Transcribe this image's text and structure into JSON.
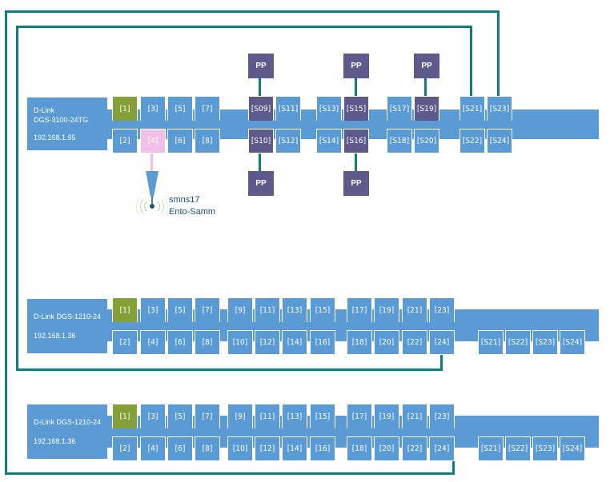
{
  "colors": {
    "switch": "#5b9bd5",
    "uplink_port": "#84a036",
    "wifi_port": "#f2bfe8",
    "patch_panel": "#5f5a8c",
    "cable": "#0f7d7a"
  },
  "switches": [
    {
      "name_line1": "D-Link",
      "name_line2": "DGS-3100-24TG",
      "ip": "192.168.1.95",
      "top_ports": [
        "[1]",
        "[3]",
        "[5]",
        "[7]",
        "[S09]",
        "[S11]",
        "[S13]",
        "[S15]",
        "[S17]",
        "[S19]",
        "[S21]",
        "[S23]"
      ],
      "bottom_ports": [
        "[2]",
        "[4]",
        "[6]",
        "[8]",
        "[S10]",
        "[S12]",
        "[S14]",
        "[S16]",
        "[S18]",
        "[S20]",
        "[S22]",
        "[S24]"
      ],
      "patch_panel_label": "PP"
    },
    {
      "name_line1": "D-Link DGS-1210-24",
      "ip": "192.168.1.36",
      "top_ports": [
        "[1]",
        "[3]",
        "[5]",
        "[7]",
        "[9]",
        "[11]",
        "[13]",
        "[15]",
        "[17]",
        "[19]",
        "[21]",
        "[23]"
      ],
      "bottom_ports": [
        "[2]",
        "[4]",
        "[6]",
        "[8]",
        "[10]",
        "[12]",
        "[14]",
        "[16]",
        "[18]",
        "[20]",
        "[22]",
        "[24]"
      ],
      "sfp_ports": [
        "[S21]",
        "[S22]",
        "[S23]",
        "[S24]"
      ]
    },
    {
      "name_line1": "D-Link DGS-1210-24",
      "ip": "192.168.1.36",
      "top_ports": [
        "[1]",
        "[3]",
        "[5]",
        "[7]",
        "[9]",
        "[11]",
        "[13]",
        "[15]",
        "[17]",
        "[19]",
        "[21]",
        "[23]"
      ],
      "bottom_ports": [
        "[2]",
        "[4]",
        "[6]",
        "[8]",
        "[10]",
        "[12]",
        "[14]",
        "[16]",
        "[18]",
        "[20]",
        "[22]",
        "[24]"
      ],
      "sfp_ports": [
        "[S21]",
        "[S22]",
        "[S23]",
        "[S24]"
      ]
    }
  ],
  "access_point": {
    "icon": "wireless-access-point-icon",
    "name": "smns17",
    "location": "Ento-Samm"
  }
}
